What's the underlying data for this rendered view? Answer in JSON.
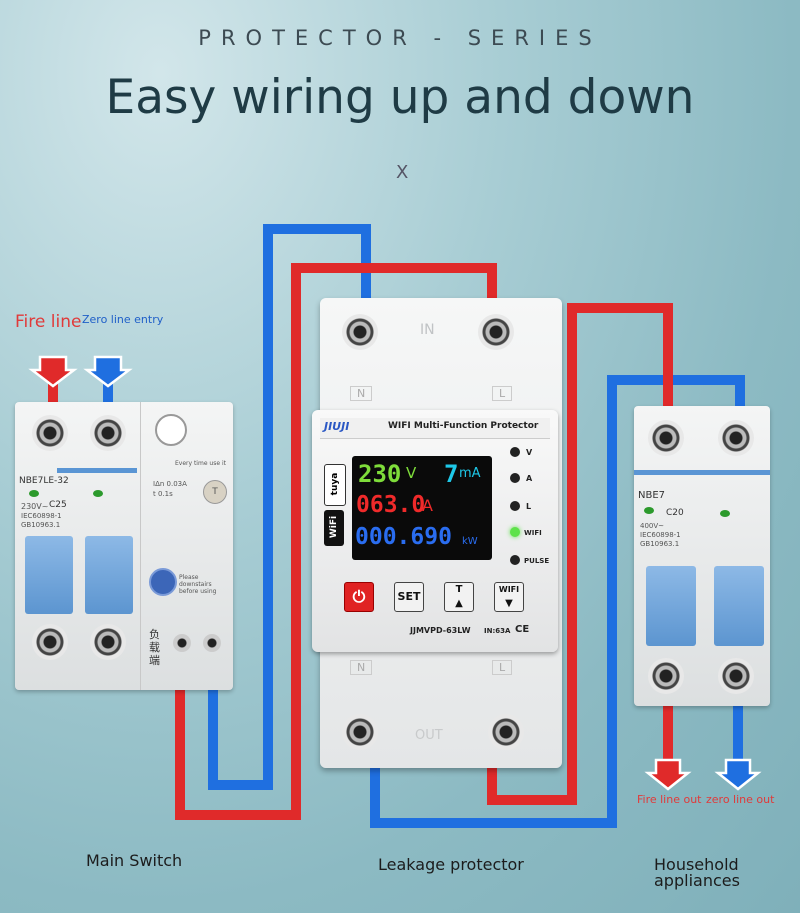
{
  "header": {
    "series": "PROTECTOR - SERIES",
    "headline": "Easy wiring up and down",
    "mark": "X"
  },
  "labels": {
    "fire_line": "Fire line",
    "zero_line_entry": "Zero line entry",
    "fire_line_out": "Fire line out",
    "zero_line_out": "zero line out"
  },
  "captions": {
    "main_switch": "Main Switch",
    "leakage_protector": "Leakage protector",
    "household": "Household appliances"
  },
  "main_switch": {
    "model": "NBE7LE-32",
    "rating": "C25",
    "spec_voltage": "230V~",
    "spec_std": "IEC60898-1",
    "spec_gb": "GB10963.1",
    "test_note": "Every time use it",
    "current_spec": "IΔn 0.03A",
    "time_spec": "t 0.1s",
    "test_button": "T",
    "reset_note": "Please downstairs before using",
    "load_end": "负载端"
  },
  "protector": {
    "brand": "JIUJI",
    "title": "WIFI Multi-Function Protector",
    "in_label": "IN",
    "out_label": "OUT",
    "terminal_n": "N",
    "terminal_l": "L",
    "tuya": "tuya",
    "wifi_badge": "WiFi",
    "model": "JJMVPD-63LW",
    "in_rating": "IN:63A",
    "ce": "CE",
    "display": {
      "voltage": "230",
      "voltage_unit": "V",
      "leak": "7",
      "leak_unit": "mA",
      "current": "063.0",
      "current_unit": "A",
      "power": "000.690",
      "power_unit": "kW"
    },
    "indicators": [
      "V",
      "A",
      "L",
      "WIFI",
      "PULSE"
    ],
    "buttons": {
      "power": "⏻",
      "set": "SET",
      "time": "T",
      "wifi": "WIFI"
    }
  },
  "household_switch": {
    "model": "NBE7",
    "rating": "C20",
    "spec_voltage": "400V~",
    "spec_std": "IEC60898-1",
    "spec_gb": "GB10963.1"
  },
  "colors": {
    "fire": "#e02a2a",
    "zero": "#1f6fe0",
    "lever": "#6aa2dc"
  }
}
